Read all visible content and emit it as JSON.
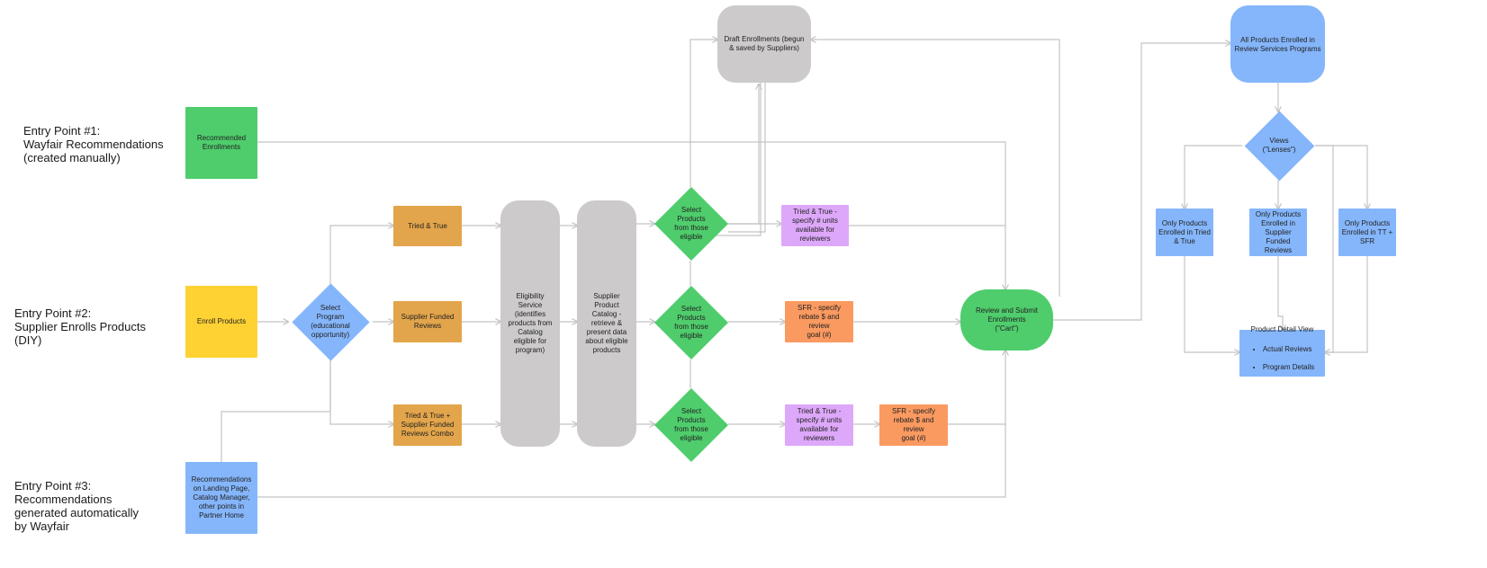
{
  "entry_points": {
    "ep1": "Entry Point #1:\nWayfair Recommendations\n(created manually)",
    "ep2": "Entry Point #2:\nSupplier Enrolls Products\n(DIY)",
    "ep3": "Entry Point #3:\nRecommendations\ngenerated automatically\nby Wayfair"
  },
  "nodes": {
    "recommended_enrollments": "Recommended\nEnrollments",
    "enroll_products": "Enroll Products",
    "recommendations_landing": "Recommendations\non Landing Page,\nCatalog Manager,\nother points in\nPartner Home",
    "select_program": "Select\nProgram\n(educational\nopportunity)",
    "tried_true": "Tried & True",
    "supplier_funded_reviews": "Supplier Funded\nReviews",
    "tt_sfr_combo": "Tried & True +\nSupplier Funded\nReviews Combo",
    "eligibility_service": "Eligibility\nService\n(identifies\nproducts from\nCatalog\neligible for\nprogram)",
    "supplier_product_catalog": "Supplier\nProduct\nCatalog -\nretrieve &\npresent data\nabout eligible\nproducts",
    "select_products_1": "Select\nProducts\nfrom those\neligible",
    "select_products_2": "Select\nProducts\nfrom those\neligible",
    "select_products_3": "Select\nProducts\nfrom those\neligible",
    "tt_specify_units_1": "Tried & True -\nspecify # units\navailable for\nreviewers",
    "sfr_specify_rebate_1": "SFR - specify\nrebate $ and review\ngoal (#)",
    "tt_specify_units_2": "Tried & True -\nspecify # units\navailable for\nreviewers",
    "sfr_specify_rebate_2": "SFR - specify\nrebate $ and review\ngoal (#)",
    "draft_enrollments": "Draft Enrollments (begun\n& saved by Suppliers)",
    "review_submit": "Review and Submit\nEnrollments\n(\"Cart\")",
    "all_products_enrolled": "All Products Enrolled in\nReview Services Programs",
    "views_lenses": "Views\n(\"Lenses\")",
    "only_tt": "Only Products\nEnrolled in Tried\n& True",
    "only_sfr": "Only Products\nEnrolled in\nSupplier Funded\nReviews",
    "only_tt_sfr": "Only Products\nEnrolled in TT +\nSFR",
    "product_detail_title": "Product Detail View",
    "product_detail_items": [
      "Actual Reviews",
      "Program Details"
    ]
  },
  "colors": {
    "green": "#4fcd6c",
    "yellow": "#fed232",
    "orange": "#e3a54b",
    "purple": "#dea8fa",
    "salmon": "#fa9a61",
    "blue": "#85b6fb",
    "gray": "#cccacb",
    "connector": "#c4c4c4"
  }
}
